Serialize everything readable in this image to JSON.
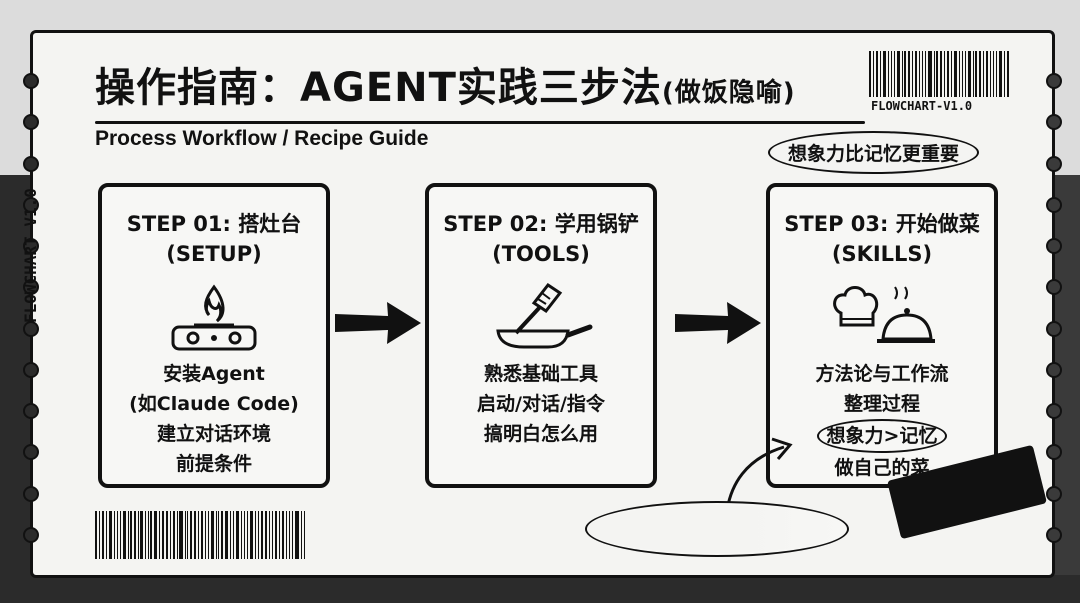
{
  "ticket": {
    "title_main": "操作指南：AGENT实践三步法",
    "title_paren": "(做饭隐喻)",
    "subtitle": "Process Workflow / Recipe Guide",
    "code_label": "FLOWCHART-V1.0",
    "side_label": "FLOWCHART-V1.0",
    "note": "想象力比记忆更重要"
  },
  "steps": [
    {
      "head1": "STEP 01: 搭灶台",
      "head2": "(SETUP)",
      "icon": "stove-flame-icon",
      "lines": [
        "安装Agent",
        "(如Claude Code)",
        "建立对话环境",
        "前提条件"
      ]
    },
    {
      "head1": "STEP 02: 学用锅铲",
      "head2": "(TOOLS)",
      "icon": "pan-spatula-icon",
      "lines": [
        "熟悉基础工具",
        "启动/对话/指令",
        "搞明白怎么用"
      ]
    },
    {
      "head1": "STEP 03: 开始做菜",
      "head2": "(SKILLS)",
      "icon": "chef-hat-dish-icon",
      "lines": [
        "方法论与工作流",
        "整理过程",
        "想象力>记忆",
        "做自己的菜"
      ]
    }
  ],
  "colors": {
    "ink": "#111111",
    "paper": "#f4f4f2",
    "background": "#2b2b2b"
  }
}
